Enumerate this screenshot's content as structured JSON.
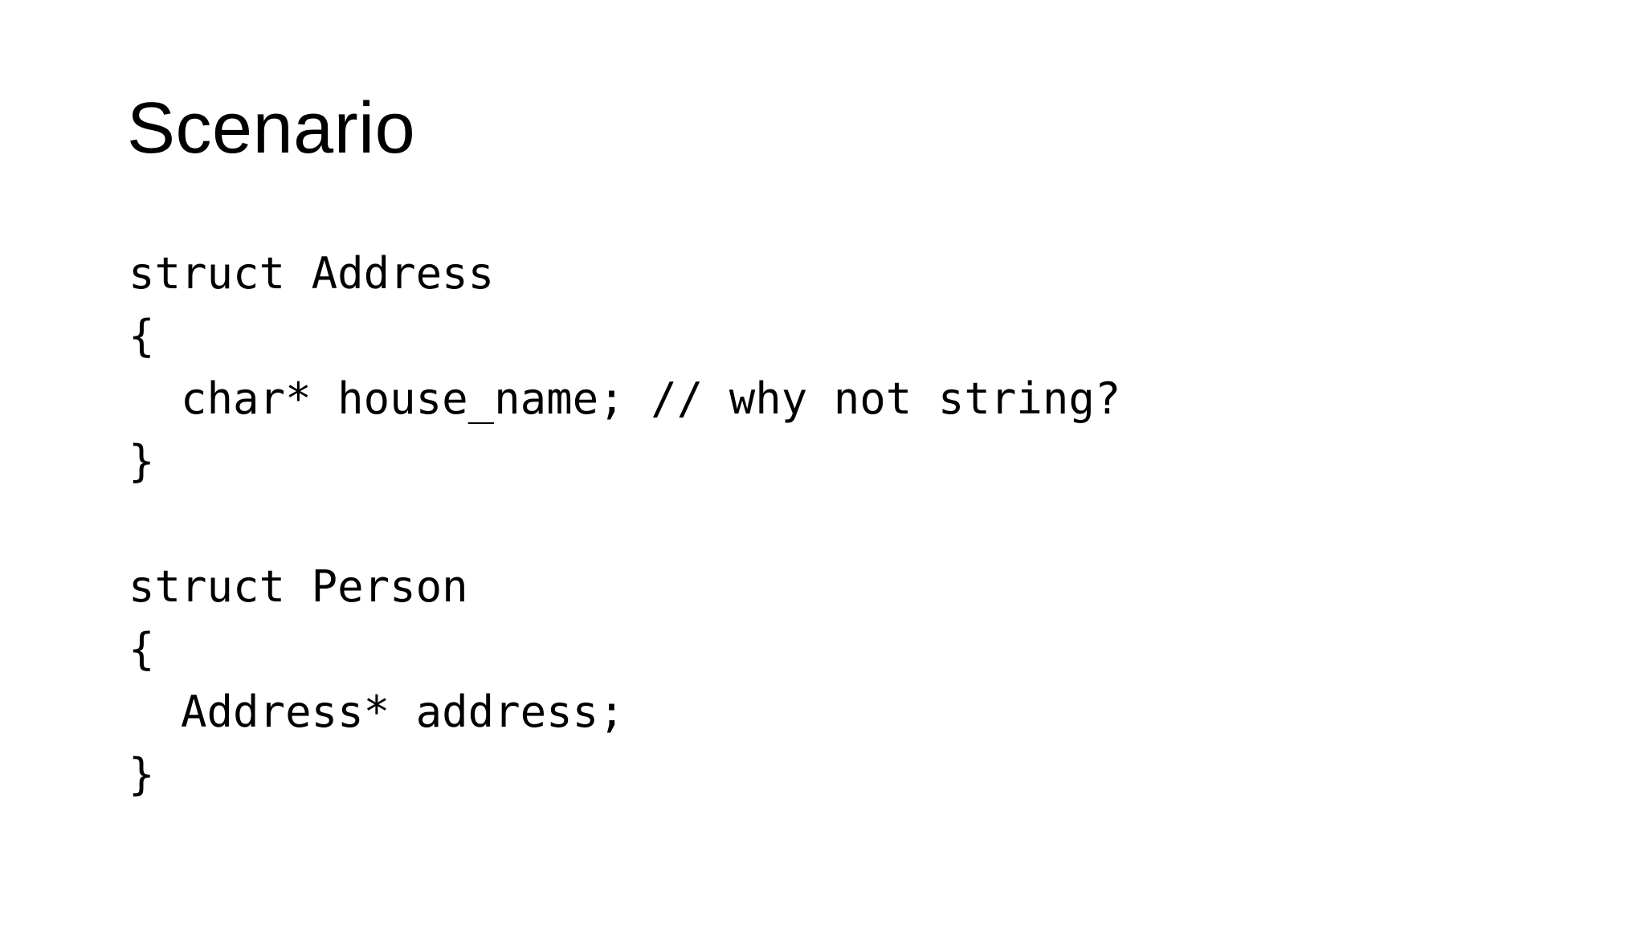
{
  "slide": {
    "title": "Scenario",
    "code_blocks": [
      {
        "name": "struct-address",
        "lines": [
          "struct Address",
          "{",
          "  char* house_name; // why not string?",
          "}"
        ]
      },
      {
        "name": "struct-person",
        "lines": [
          "struct Person",
          "{",
          "  Address* address;",
          "}"
        ]
      }
    ]
  },
  "colors": {
    "background": "#ffffff",
    "text": "#000000"
  }
}
